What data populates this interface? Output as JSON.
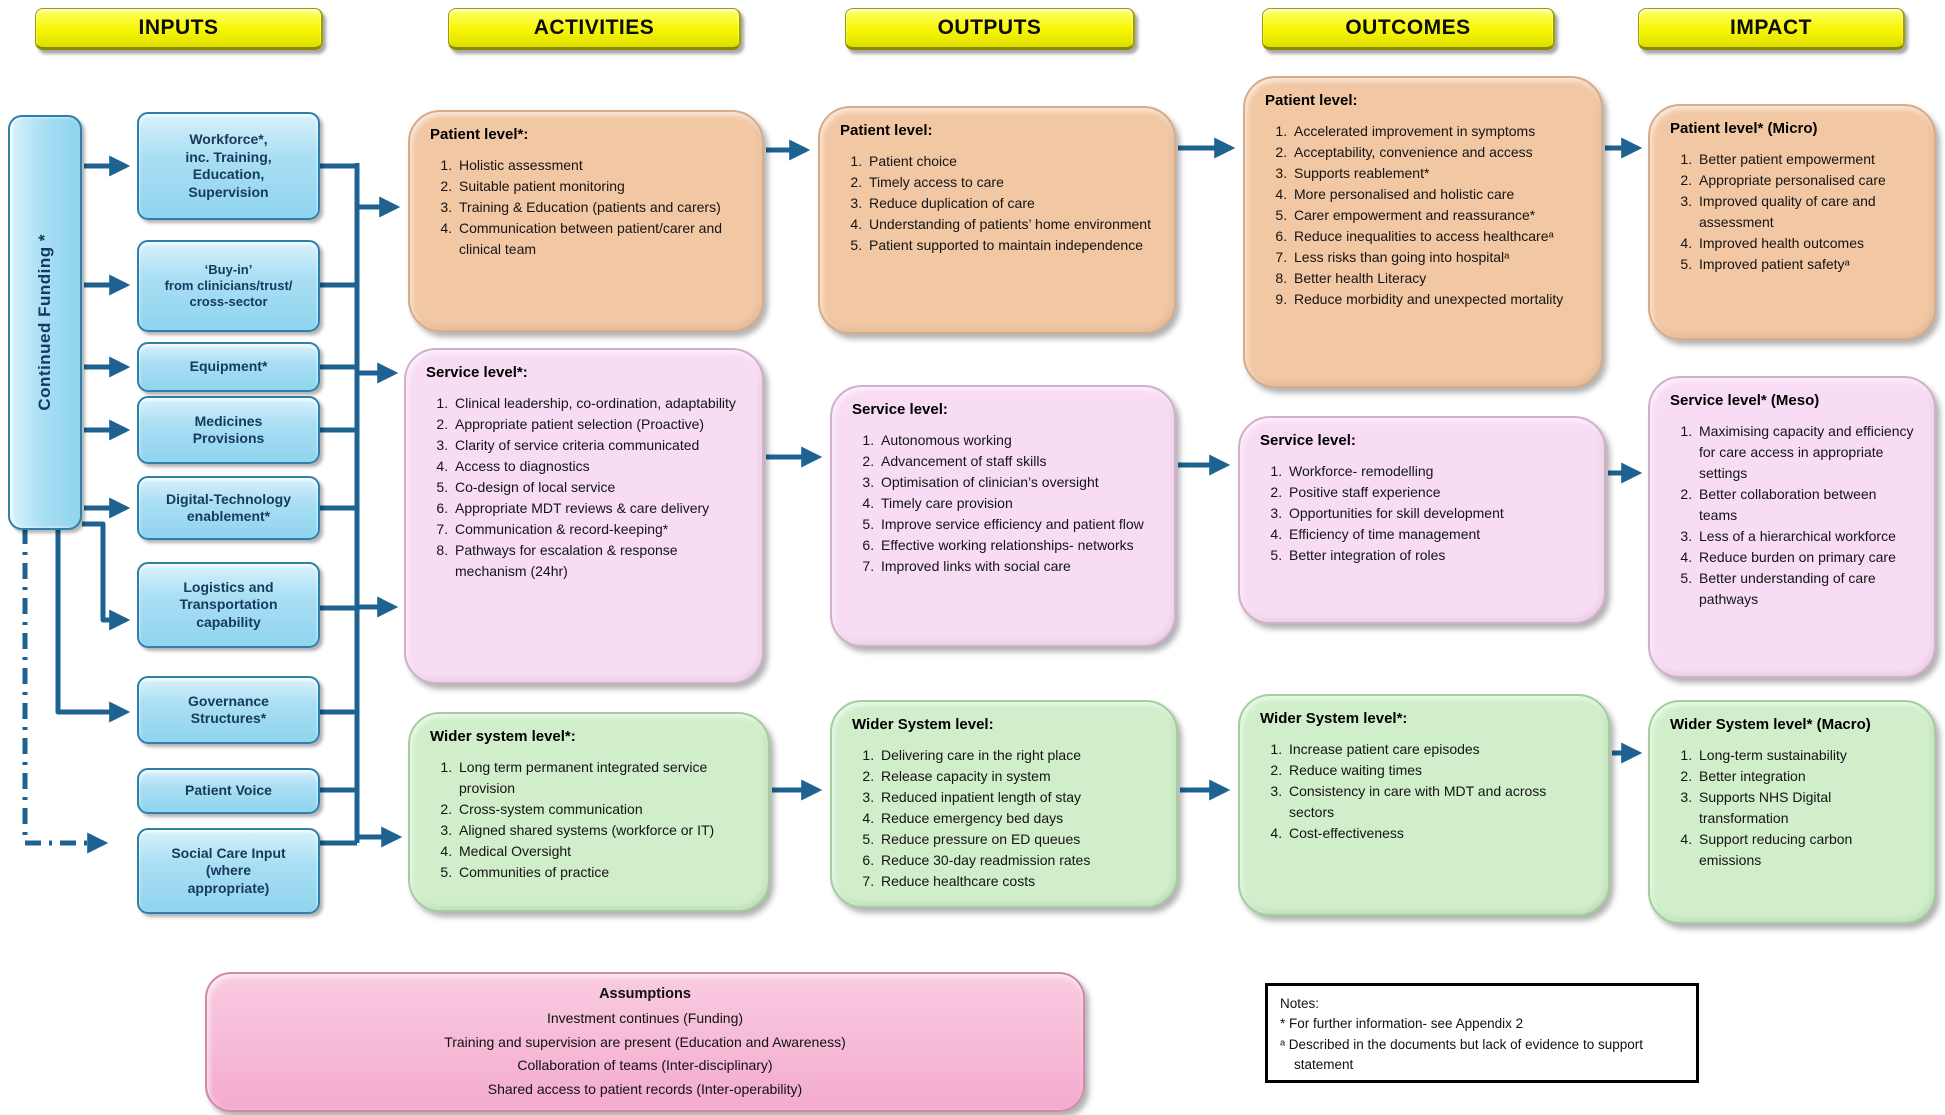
{
  "headers": {
    "inputs": "INPUTS",
    "activities": "ACTIVITIES",
    "outputs": "OUTPUTS",
    "outcomes": "OUTCOMES",
    "impact": "IMPACT"
  },
  "inputs": {
    "funding": "Continued Funding *",
    "boxes": [
      "Workforce*,\ninc. Training,\nEducation,\nSupervision",
      "‘Buy-in’\nfrom clinicians/trust/\ncross-sector",
      "Equipment*",
      "Medicines\nProvisions",
      "Digital-Technology\nenablement*",
      "Logistics and\nTransportation\ncapability",
      "Governance\nStructures*",
      "Patient Voice",
      "Social Care Input\n(where\nappropriate)"
    ]
  },
  "activities": {
    "patient": {
      "title": "Patient level*:",
      "items": [
        "Holistic assessment",
        "Suitable patient monitoring",
        "Training & Education (patients and carers)",
        "Communication between patient/carer and clinical team"
      ]
    },
    "service": {
      "title": "Service level*:",
      "items": [
        "Clinical leadership, co-ordination, adaptability",
        "Appropriate patient selection (Proactive)",
        "Clarity of service criteria communicated",
        "Access to diagnostics",
        "Co-design of local service",
        "Appropriate MDT reviews & care delivery",
        "Communication & record-keeping*",
        "Pathways for escalation & response mechanism (24hr)"
      ]
    },
    "wider": {
      "title": "Wider system level*:",
      "items": [
        "Long term permanent integrated service provision",
        "Cross-system communication",
        "Aligned shared systems (workforce or IT)",
        "Medical Oversight",
        "Communities of practice"
      ]
    }
  },
  "outputs": {
    "patient": {
      "title": "Patient level:",
      "items": [
        "Patient choice",
        "Timely access to care",
        "Reduce duplication of care",
        "Understanding of patients’ home environment",
        "Patient supported to maintain independence"
      ]
    },
    "service": {
      "title": "Service level:",
      "items": [
        "Autonomous working",
        "Advancement of staff skills",
        "Optimisation of clinician’s oversight",
        "Timely care provision",
        "Improve service efficiency and patient flow",
        "Effective working relationships- networks",
        "Improved links with social care"
      ]
    },
    "wider": {
      "title": "Wider System level:",
      "items": [
        "Delivering care in the right place",
        "Release capacity in system",
        "Reduced inpatient length of stay",
        "Reduce emergency bed days",
        "Reduce pressure on ED queues",
        "Reduce 30-day readmission rates",
        "Reduce healthcare costs"
      ]
    }
  },
  "outcomes": {
    "patient": {
      "title": "Patient level:",
      "items": [
        "Accelerated improvement in symptoms",
        "Acceptability, convenience and access",
        "Supports reablement*",
        "More personalised and holistic care",
        "Carer empowerment and reassurance*",
        "Reduce inequalities to access healthcareᵃ",
        "Less risks than going into hospitalᵃ",
        "Better health Literacy",
        "Reduce morbidity and unexpected mortality"
      ]
    },
    "service": {
      "title": "Service level:",
      "items": [
        "Workforce- remodelling",
        "Positive staff experience",
        "Opportunities for skill development",
        "Efficiency of time management",
        "Better integration of roles"
      ]
    },
    "wider": {
      "title": "Wider System level*:",
      "items": [
        "Increase patient care episodes",
        "Reduce waiting times",
        "Consistency in care with MDT and across sectors",
        "Cost-effectiveness"
      ]
    }
  },
  "impact": {
    "patient": {
      "title": "Patient level* (Micro)",
      "items": [
        "Better patient empowerment",
        "Appropriate personalised care",
        "Improved quality of care and assessment",
        "Improved health outcomes",
        "Improved patient safetyᵃ"
      ]
    },
    "service": {
      "title": "Service level* (Meso)",
      "items": [
        "Maximising capacity and efficiency for care access in appropriate settings",
        "Better collaboration between teams",
        "Less of a hierarchical workforce",
        "Reduce burden on primary care",
        "Better understanding of care pathways"
      ]
    },
    "wider": {
      "title": "Wider System level* (Macro)",
      "items": [
        "Long-term sustainability",
        "Better integration",
        "Supports NHS Digital transformation",
        "Support reducing carbon emissions"
      ]
    }
  },
  "assumptions": {
    "title": "Assumptions",
    "lines": [
      "Investment continues (Funding)",
      "Training and supervision are present (Education and Awareness)",
      "Collaboration of teams (Inter-disciplinary)",
      "Shared access to patient records (Inter-operability)"
    ]
  },
  "notes": {
    "title": "Notes:",
    "lines": [
      "* For further information- see Appendix 2",
      "ᵃ Described in the documents but lack of evidence to support statement"
    ]
  },
  "colors": {
    "header_yellow": "#f6f600",
    "input_blue": "#aadff4",
    "patient_peach": "#f2c7a3",
    "service_pink": "#f8dcf4",
    "system_green": "#cfeec9",
    "assumptions_pink": "#f3abcd",
    "arrow_blue": "#1d6290"
  }
}
